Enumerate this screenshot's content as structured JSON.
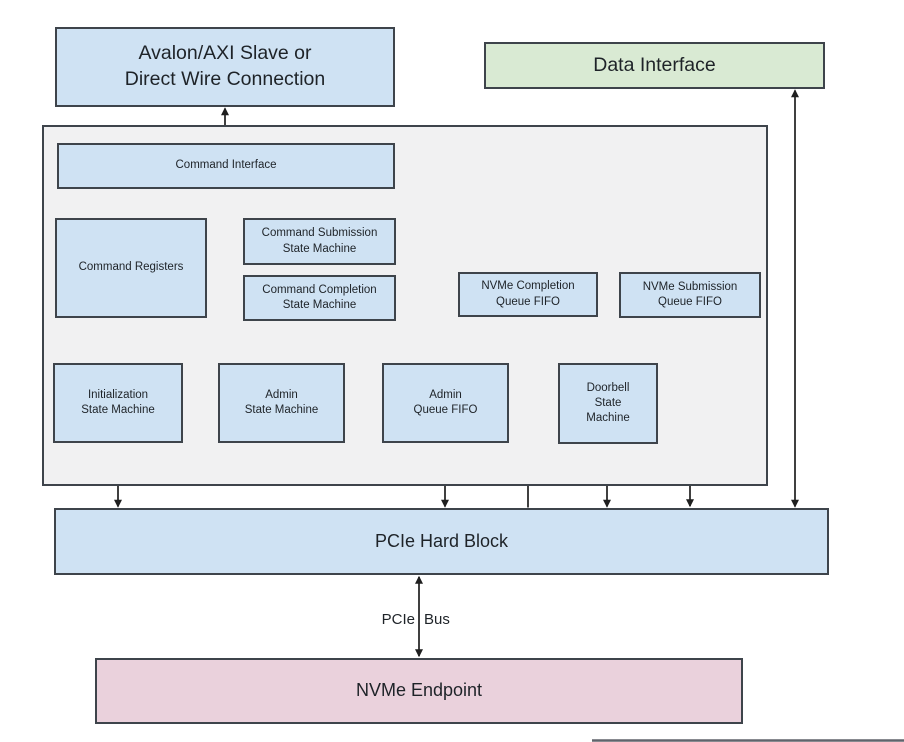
{
  "colors": {
    "box_blue": "#cfe2f3",
    "box_green": "#d9ead3",
    "box_pink": "#ead1dc",
    "panel_gray": "#f1f1f2",
    "border_dark": "#3e444b",
    "line": "#1f1f1f"
  },
  "boxes": {
    "avalon_axi": {
      "lines": [
        "Avalon/AXI Slave or",
        "Direct Wire Connection"
      ]
    },
    "data_interface": {
      "lines": [
        "Data Interface"
      ]
    },
    "command_interface": {
      "lines": [
        "Command Interface"
      ]
    },
    "command_registers": {
      "lines": [
        "Command Registers"
      ]
    },
    "command_submission_sm": {
      "lines": [
        "Command Submission",
        "State Machine"
      ]
    },
    "command_completion_sm": {
      "lines": [
        "Command Completion",
        "State Machine"
      ]
    },
    "nvme_completion_fifo": {
      "lines": [
        "NVMe Completion",
        "Queue FIFO"
      ]
    },
    "nvme_submission_fifo": {
      "lines": [
        "NVMe Submission",
        "Queue FIFO"
      ]
    },
    "initialization_sm": {
      "lines": [
        "Initialization",
        "State Machine"
      ]
    },
    "admin_sm": {
      "lines": [
        "Admin",
        "State Machine"
      ]
    },
    "admin_queue_fifo": {
      "lines": [
        "Admin",
        "Queue FIFO"
      ]
    },
    "doorbell_sm": {
      "lines": [
        "Doorbell",
        "State",
        "Machine"
      ]
    },
    "pcie_hard_block": {
      "lines": [
        "PCIe Hard Block"
      ]
    },
    "nvme_endpoint": {
      "lines": [
        "NVMe Endpoint"
      ]
    }
  },
  "labels": {
    "pcie_bus": {
      "words": [
        "PCIe",
        "Bus"
      ]
    }
  }
}
